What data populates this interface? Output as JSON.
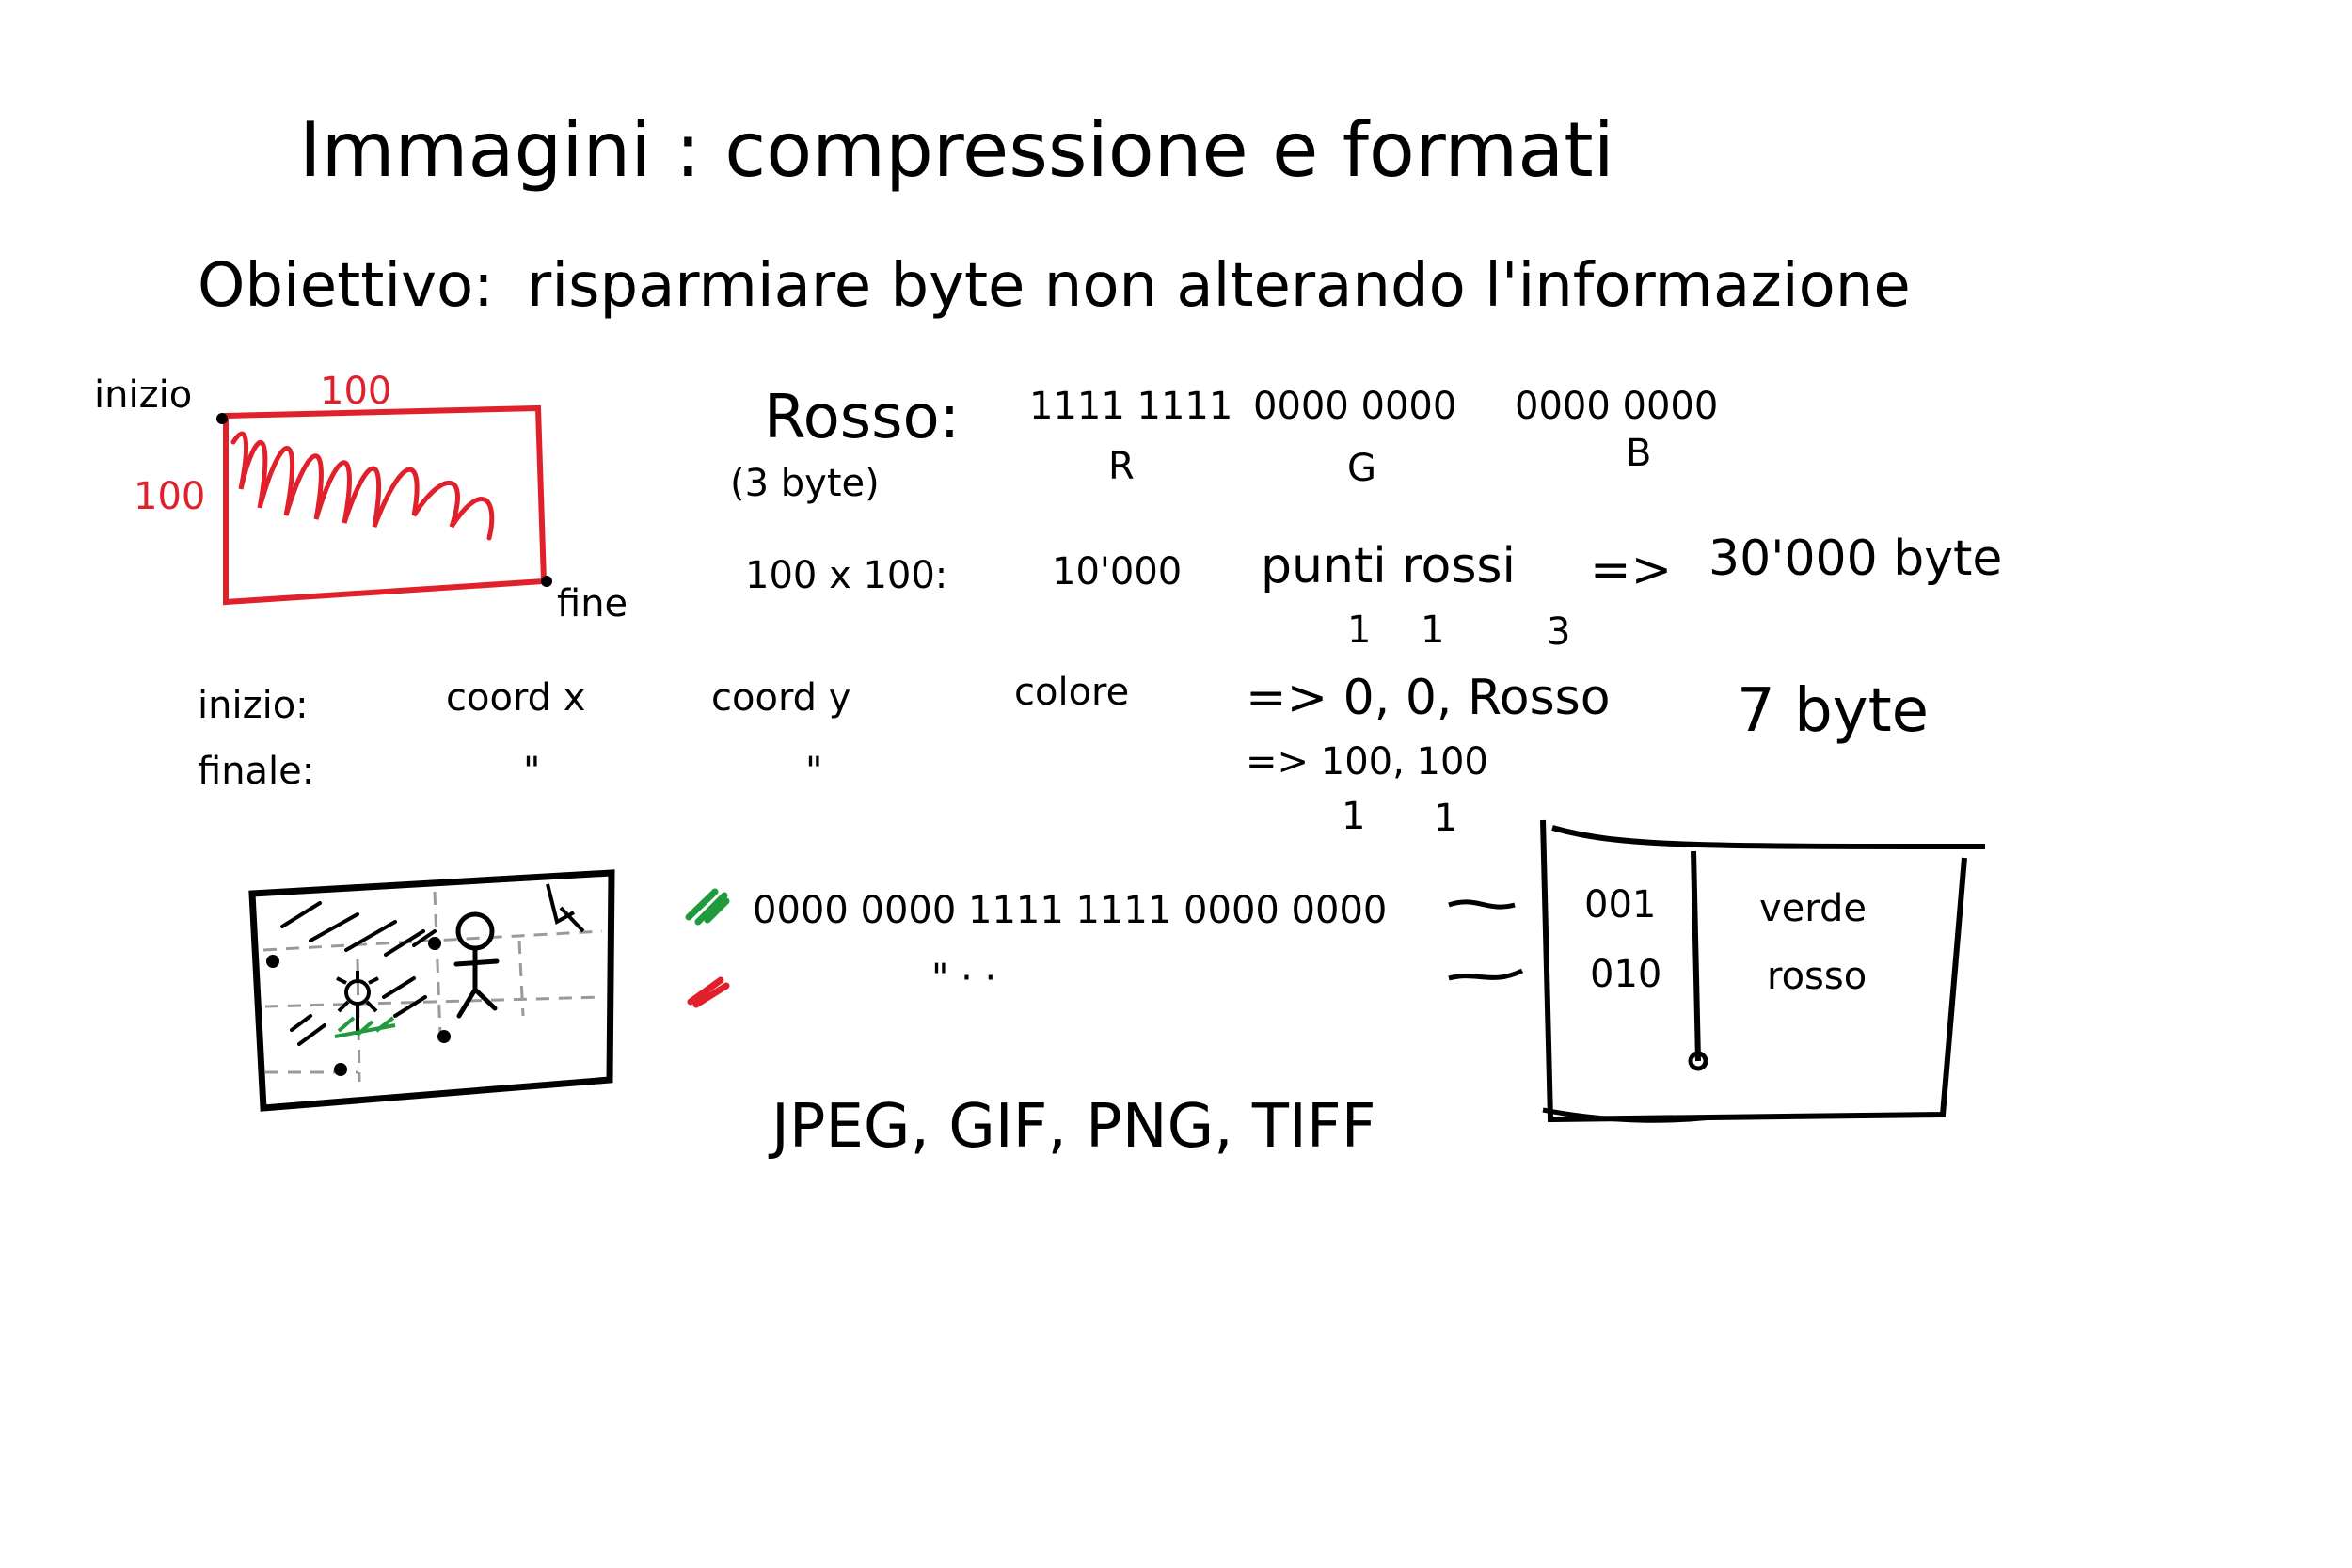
{
  "title": "Immagini : compressione e formati",
  "objective": {
    "label": "Obiettivo:",
    "text": "risparmiare byte non alterando l'informazione"
  },
  "square": {
    "start_label": "inizio",
    "end_label": "fine",
    "width_label": "100",
    "height_label": "100",
    "color": "#e0202a"
  },
  "red_encoding": {
    "label": "Rosso:",
    "size_note": "(3 byte)",
    "bytes": [
      "1111 1111",
      "0000 0000",
      "0000 0000"
    ],
    "channels": [
      "R",
      "G",
      "B"
    ]
  },
  "points_line": {
    "dims": "100 x 100:",
    "count": "10'000",
    "text": "punti rossi",
    "arrow": "=>",
    "total": "30'000 byte"
  },
  "coord_bytes": [
    "1",
    "1",
    "3"
  ],
  "coord_rows": {
    "start_label": "inizio:",
    "end_label": "finale:",
    "coord_x": "coord x",
    "coord_y": "coord y",
    "color": "colore",
    "ditto": "\"",
    "start_value": "=> 0, 0, Rosso",
    "end_value": "=> 100, 100",
    "end_bytes": [
      "1",
      "1"
    ],
    "result": "7 byte"
  },
  "palette": {
    "green_bits": "0000 0000 1111 1111 0000 0000",
    "red_bits": "\"  · ·",
    "green_color": "#1f9a3c",
    "red_color": "#e0202a",
    "table": [
      {
        "code": "001",
        "name": "verde"
      },
      {
        "code": "010",
        "name": "rosso"
      }
    ]
  },
  "formats": "JPEG, GIF, PNG, TIFF"
}
